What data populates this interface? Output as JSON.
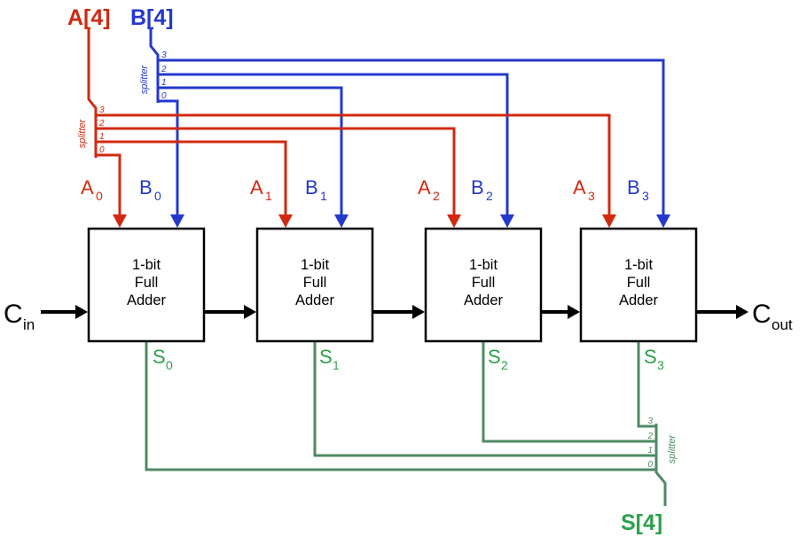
{
  "colors": {
    "a_bus": "#d1290f",
    "b_bus": "#2438cc",
    "sum_wire": "#4f8a63",
    "sum_label": "#2ca14a",
    "carry": "#000000",
    "box_fill": "#ffffff",
    "box_border": "#000000"
  },
  "buses": {
    "a": {
      "label": "A[4]",
      "splitter": "splitter",
      "pins": [
        "3",
        "2",
        "1",
        "0"
      ]
    },
    "b": {
      "label": "B[4]",
      "splitter": "splitter",
      "pins": [
        "3",
        "2",
        "1",
        "0"
      ]
    },
    "s": {
      "label": "S[4]",
      "splitter": "splitter",
      "pins": [
        "3",
        "2",
        "1",
        "0"
      ]
    }
  },
  "carry": {
    "in": {
      "base": "C",
      "sub": "in"
    },
    "out": {
      "base": "C",
      "sub": "out"
    }
  },
  "adders": [
    {
      "lines": [
        "1-bit",
        "Full",
        "Adder"
      ]
    },
    {
      "lines": [
        "1-bit",
        "Full",
        "Adder"
      ]
    },
    {
      "lines": [
        "1-bit",
        "Full",
        "Adder"
      ]
    },
    {
      "lines": [
        "1-bit",
        "Full",
        "Adder"
      ]
    }
  ],
  "bits": {
    "a": [
      {
        "base": "A",
        "sub": "0"
      },
      {
        "base": "A",
        "sub": "1"
      },
      {
        "base": "A",
        "sub": "2"
      },
      {
        "base": "A",
        "sub": "3"
      }
    ],
    "b": [
      {
        "base": "B",
        "sub": "0"
      },
      {
        "base": "B",
        "sub": "1"
      },
      {
        "base": "B",
        "sub": "2"
      },
      {
        "base": "B",
        "sub": "3"
      }
    ],
    "s": [
      {
        "base": "S",
        "sub": "0"
      },
      {
        "base": "S",
        "sub": "1"
      },
      {
        "base": "S",
        "sub": "2"
      },
      {
        "base": "S",
        "sub": "3"
      }
    ]
  }
}
